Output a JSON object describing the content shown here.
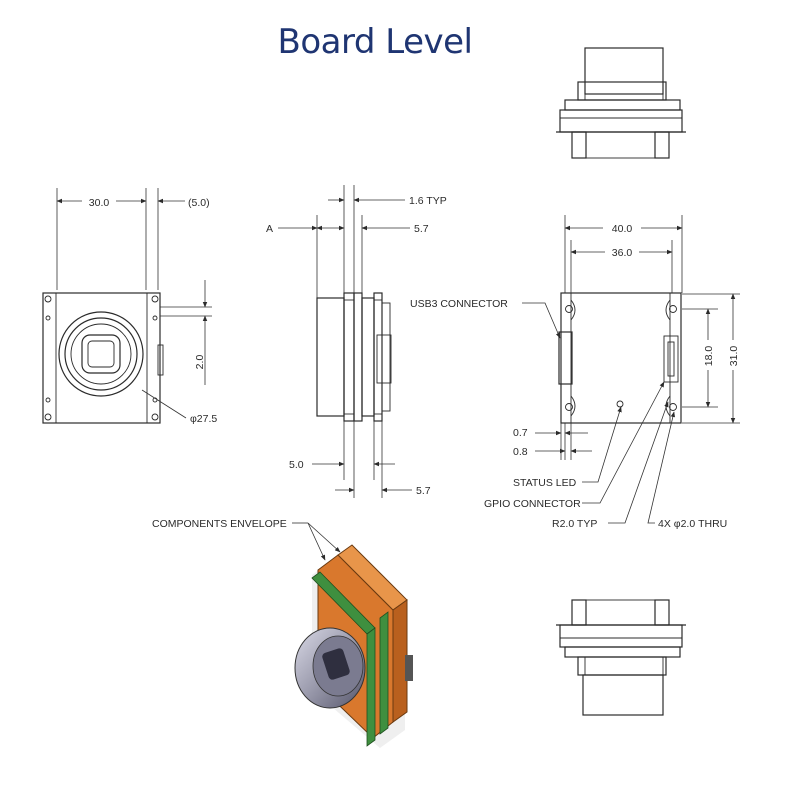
{
  "title": "Board Level",
  "front_view": {
    "width_dim": "30.0",
    "offset_dim": "(5.0)",
    "vertical_dim": "2.0",
    "diameter_dim": "φ27.5"
  },
  "side_view": {
    "typ_dim": "1.6 TYP",
    "label_a": "A",
    "top_dim": "5.7",
    "bottom_left_dim": "5.0",
    "bottom_right_dim": "5.7"
  },
  "rear_view": {
    "width_outer": "40.0",
    "width_inner": "36.0",
    "height_inner": "18.0",
    "height_outer": "31.0",
    "dim_07": "0.7",
    "dim_08": "0.8",
    "usb3": "USB3 CONNECTOR",
    "status_led": "STATUS LED",
    "gpio": "GPIO CONNECTOR",
    "radius": "R2.0 TYP",
    "holes": "4X φ2.0 THRU"
  },
  "iso_view": {
    "envelope": "COMPONENTS ENVELOPE"
  }
}
